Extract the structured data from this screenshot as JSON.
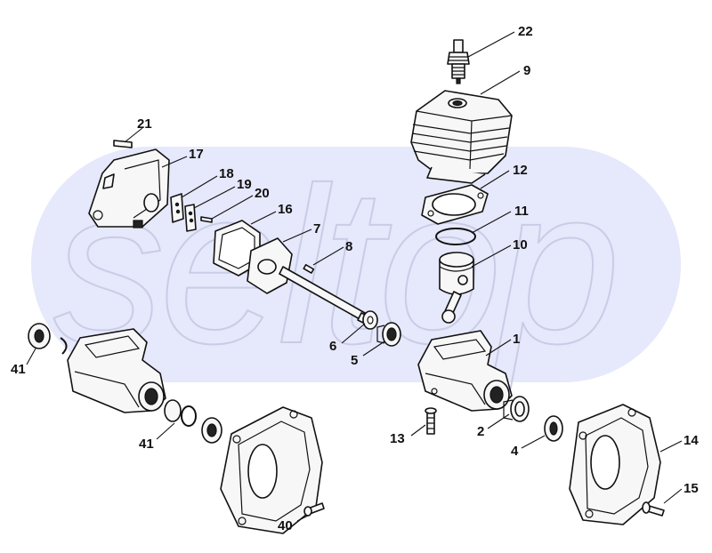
{
  "watermark": {
    "text": "seltop",
    "band_color": "#e6e8fb"
  },
  "callouts": [
    {
      "id": "c22",
      "label": "22"
    },
    {
      "id": "c9",
      "label": "9"
    },
    {
      "id": "c21",
      "label": "21"
    },
    {
      "id": "c17",
      "label": "17"
    },
    {
      "id": "c18",
      "label": "18"
    },
    {
      "id": "c19",
      "label": "19"
    },
    {
      "id": "c20",
      "label": "20"
    },
    {
      "id": "c16",
      "label": "16"
    },
    {
      "id": "c12",
      "label": "12"
    },
    {
      "id": "c11",
      "label": "11"
    },
    {
      "id": "c7",
      "label": "7"
    },
    {
      "id": "c8",
      "label": "8"
    },
    {
      "id": "c10",
      "label": "10"
    },
    {
      "id": "c6",
      "label": "6"
    },
    {
      "id": "c5",
      "label": "5"
    },
    {
      "id": "c1",
      "label": "1"
    },
    {
      "id": "c41a",
      "label": "41"
    },
    {
      "id": "c41b",
      "label": "41"
    },
    {
      "id": "c13",
      "label": "13"
    },
    {
      "id": "c2",
      "label": "2"
    },
    {
      "id": "c4",
      "label": "4"
    },
    {
      "id": "c14",
      "label": "14"
    },
    {
      "id": "c15",
      "label": "15"
    },
    {
      "id": "c40",
      "label": "40"
    }
  ]
}
